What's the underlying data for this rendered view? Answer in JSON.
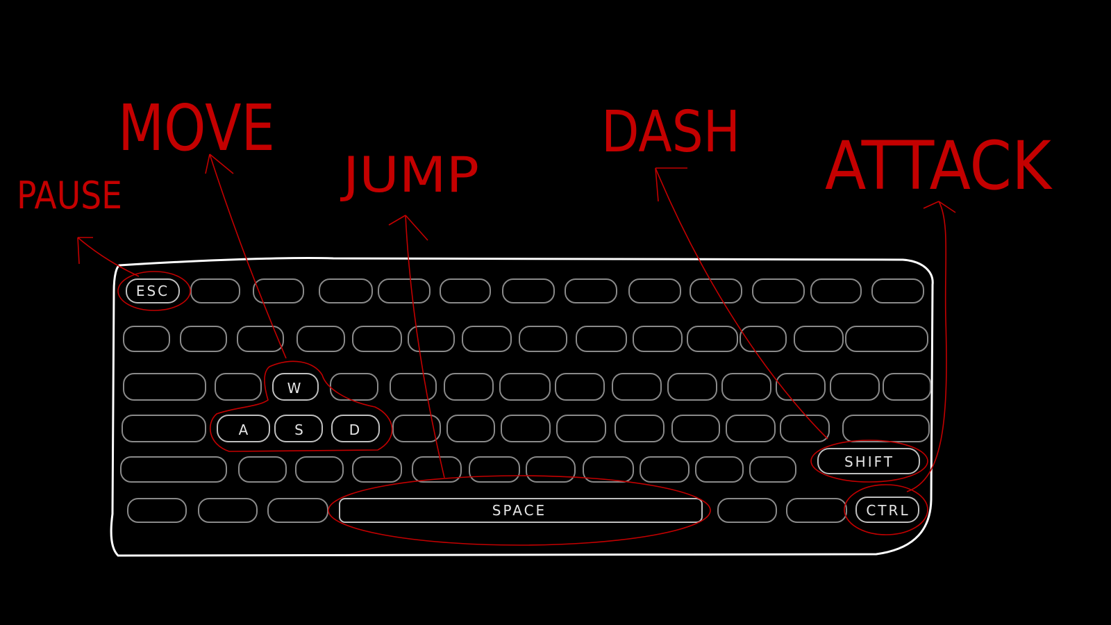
{
  "colors": {
    "background": "#000000",
    "frame": "#ffffff",
    "key_outline": "#bfbfbf",
    "annotation": "#c40000"
  },
  "annotations": {
    "pause": "PAUSE",
    "move": "MOVE",
    "jump": "JUMP",
    "dash": "DASH",
    "attack": "ATTACK"
  },
  "keys": {
    "esc": "ESC",
    "w": "W",
    "a": "A",
    "s": "S",
    "d": "D",
    "space": "SPACE",
    "shift": "SHIFT",
    "ctrl": "CTRL"
  }
}
